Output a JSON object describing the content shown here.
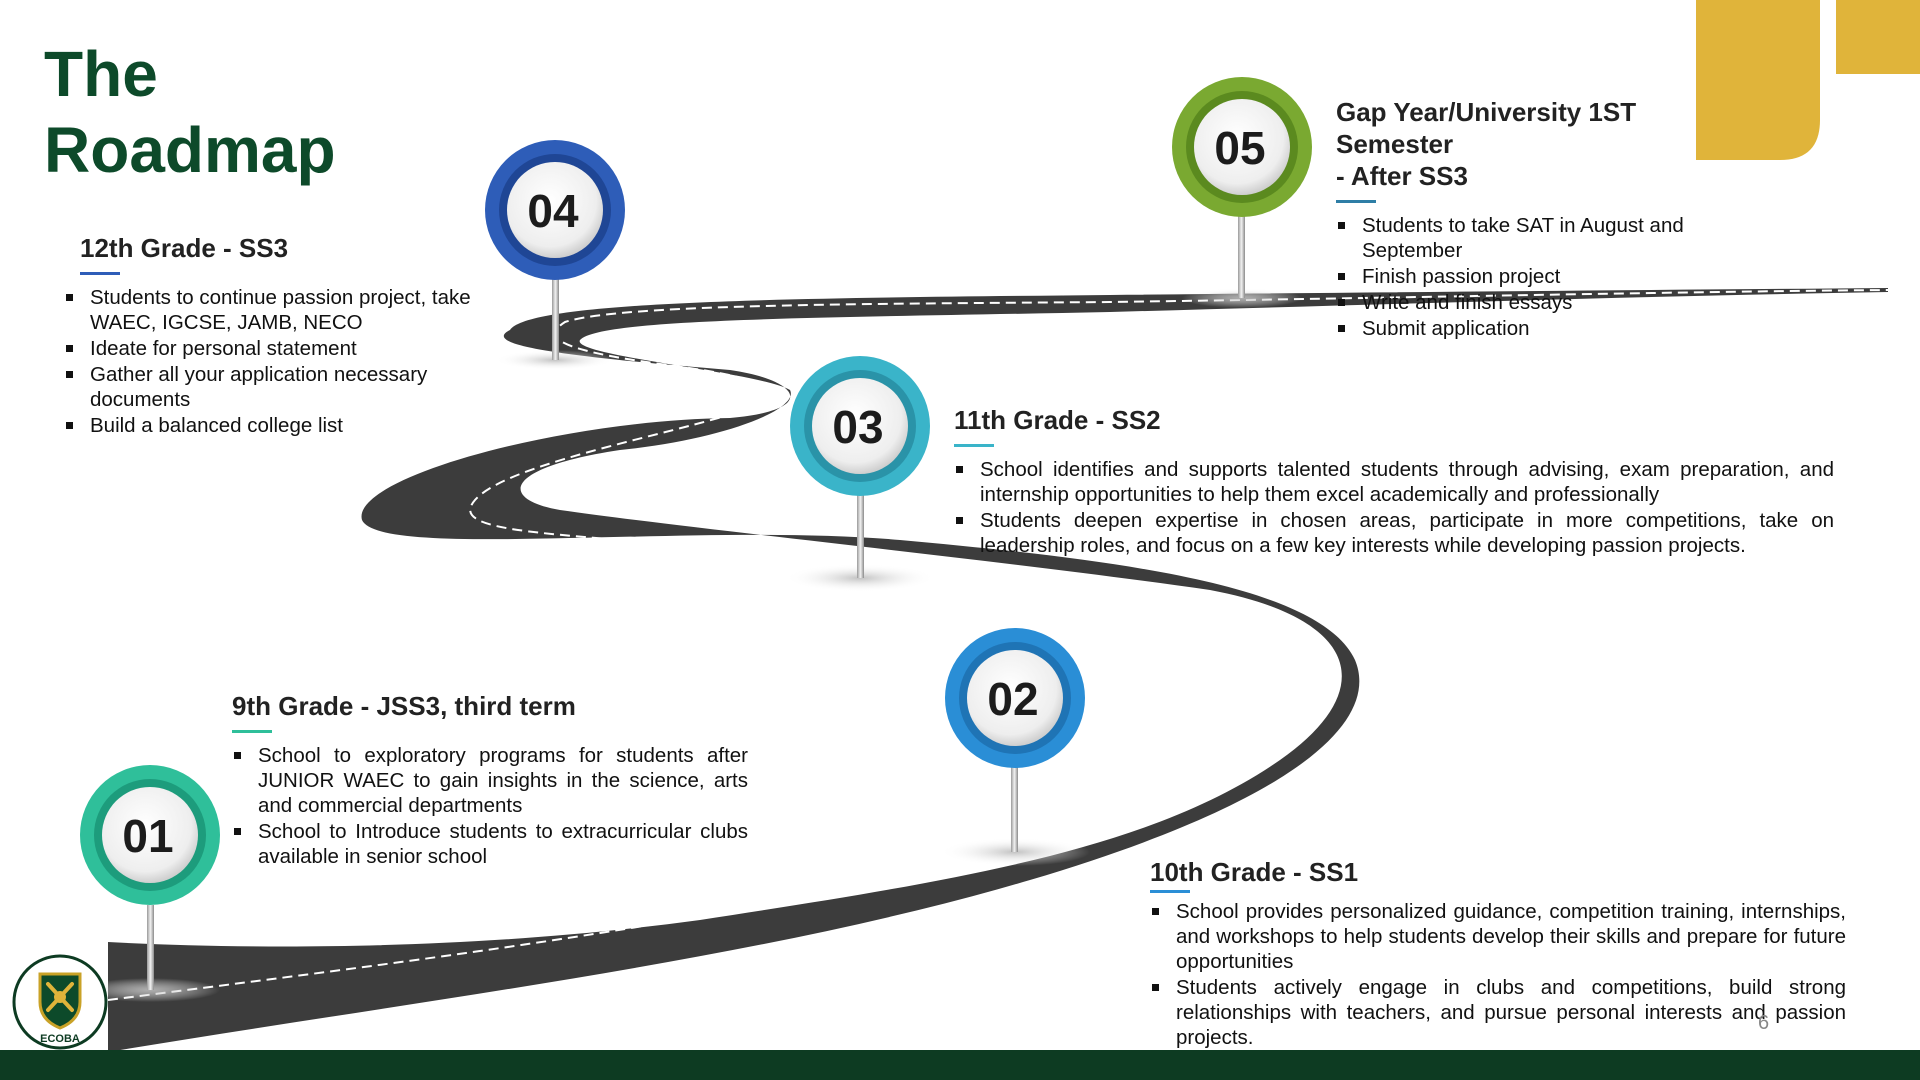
{
  "title": {
    "line1": "The",
    "line2": "Roadmap"
  },
  "colors": {
    "brand_green": "#0d4a2a",
    "footer_green": "#0d3b22",
    "accent_gold": "#e0b43a",
    "road": "#3c3c3c",
    "underline": "#2e7ea6"
  },
  "markers": [
    {
      "number": "01",
      "color": "#2fbf9a",
      "icon": "map-pin-icon"
    },
    {
      "number": "02",
      "color": "#2a8ed6",
      "icon": "map-pin-icon"
    },
    {
      "number": "03",
      "color": "#3ab4c9",
      "icon": "map-pin-icon"
    },
    {
      "number": "04",
      "color": "#2e5db8",
      "icon": "map-pin-icon"
    },
    {
      "number": "05",
      "color": "#7aa931",
      "icon": "map-pin-icon"
    }
  ],
  "stages": {
    "grade9": {
      "heading": "9th Grade - JSS3, third term",
      "bullets": [
        "School to exploratory programs for students after JUNIOR WAEC to gain insights in the science, arts and commercial departments",
        "School to Introduce students to extracurricular clubs available in senior school"
      ]
    },
    "grade10": {
      "heading": "10th Grade - SS1",
      "bullets": [
        "School provides personalized guidance, competition training, internships, and workshops to help students develop their skills and prepare for future opportunities",
        "Students actively engage in clubs and competitions, build strong relationships with teachers, and pursue personal interests and passion projects."
      ]
    },
    "grade11": {
      "heading": "11th Grade - SS2",
      "bullets": [
        "School identifies and supports talented students through advising, exam preparation, and internship opportunities to help them excel academically and professionally",
        "Students deepen expertise in chosen areas, participate in more competitions, take on leadership roles, and focus on a few key interests while developing passion projects."
      ]
    },
    "grade12": {
      "heading": "12th Grade - SS3",
      "bullets": [
        "Students to continue passion project, take WAEC, IGCSE, JAMB, NECO",
        "Ideate for personal statement",
        "Gather all your application necessary documents",
        "Build a balanced college list"
      ]
    },
    "gap": {
      "heading_line1": "Gap Year/University 1ST Semester",
      "heading_line2": "- After SS3",
      "bullets": [
        "Students to take SAT in August and September",
        "Finish passion project",
        "Write and finish essays",
        "Submit application"
      ]
    }
  },
  "logo": {
    "text": "ECOBA",
    "icon": "crest-shield-icon"
  },
  "page_number": "6"
}
